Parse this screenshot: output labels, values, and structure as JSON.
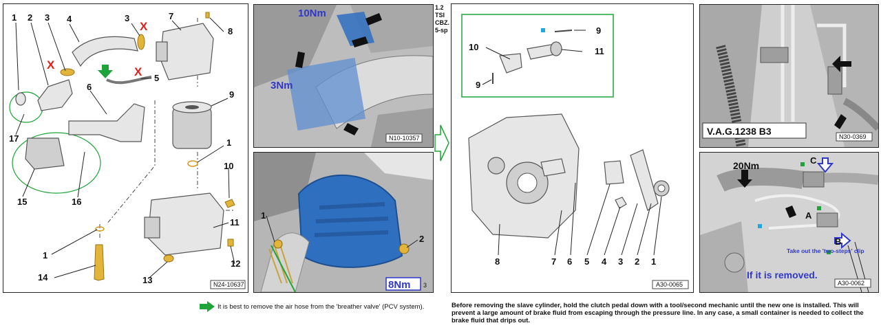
{
  "panel1": {
    "labels": [
      "1",
      "2",
      "3",
      "4",
      "3",
      "7",
      "8",
      "5",
      "6",
      "9",
      "17",
      "15",
      "16",
      "1",
      "10",
      "11",
      "1",
      "14",
      "13",
      "12"
    ],
    "marks": [
      "X",
      "X",
      "X"
    ],
    "ref": "N24-10637"
  },
  "panel2": {
    "torque_top": "10Nm",
    "torque_left": "3Nm",
    "ref": "N10-10357",
    "side_note": [
      "1.2",
      "TSI",
      "CBZ.",
      "5-sp"
    ]
  },
  "panel3": {
    "labels": [
      "1",
      "2"
    ],
    "torque": "8Nm",
    "ref": "3"
  },
  "panel4": {
    "inset_labels": [
      "9",
      "10",
      "11",
      "9"
    ],
    "labels": [
      "8",
      "7",
      "6",
      "5",
      "4",
      "3",
      "2",
      "1"
    ],
    "ref": "A30-0065"
  },
  "panel5": {
    "tool": "V.A.G.1238 B3",
    "ref": "N30-0369"
  },
  "panel6": {
    "torque": "20Nm",
    "labels": [
      "C",
      "A",
      "B"
    ],
    "note": "Take out the 'two-steps' clip",
    "note2": "If it is removed.",
    "ref": "A30-0062"
  },
  "captions": {
    "pcv": "It is best to remove the air hose from the 'breather valve' (PCV system).",
    "slave": "Before removing the slave cylinder, hold the clutch pedal down with a tool/second mechanic until the new one is installed. This will prevent a large amount of brake fluid from escaping through the pressure line. In any case, a small container is needed to collect the brake fluid that drips out."
  },
  "colors": {
    "torque_blue": "#2f37c8",
    "accent_green": "#1fa33a",
    "mark_red": "#e0201a",
    "part_blue": "#2f6fc0"
  }
}
